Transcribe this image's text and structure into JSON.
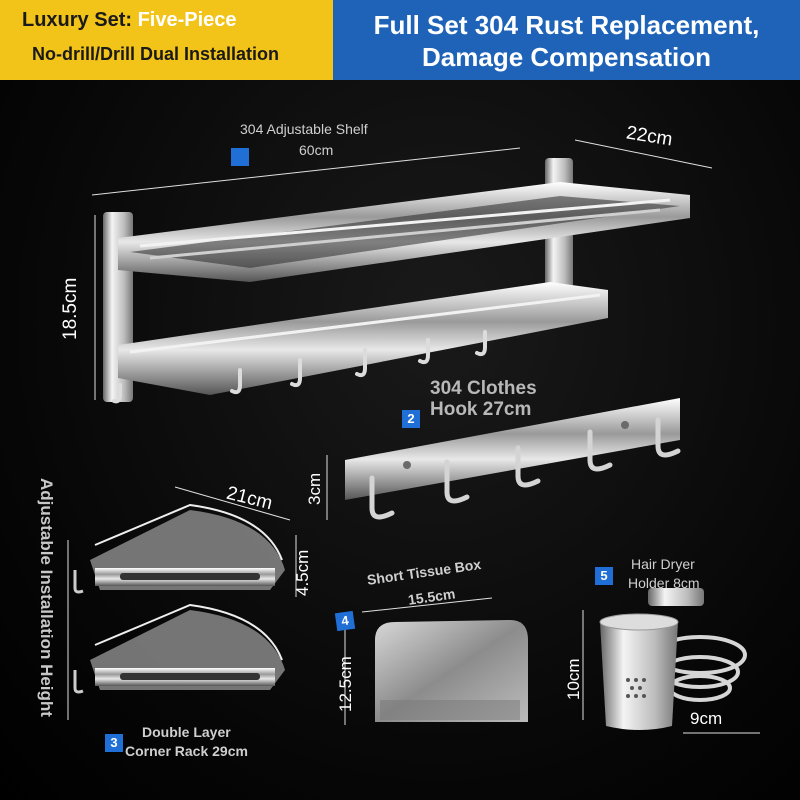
{
  "banner": {
    "left_line1_prefix": "Luxury Set: ",
    "left_line1_accent": "Five-Piece",
    "left_line2": "No-drill/Drill Dual Installation",
    "right_line1": "Full Set 304 Rust Replacement,",
    "right_line2": "Damage Compensation"
  },
  "products": {
    "shelf": {
      "name_line1": "304 Adjustable Shelf",
      "name_line2": "60cm",
      "depth": "22cm",
      "height": "18.5cm"
    },
    "hook": {
      "badge": "2",
      "name_line1": "304 Clothes",
      "name_line2": "Hook 27cm",
      "height": "3cm"
    },
    "corner": {
      "badge": "3",
      "name_line1": "Double Layer",
      "name_line2": "Corner Rack 29cm",
      "width": "21cm",
      "layer_height": "4.5cm",
      "side_label": "Adjustable Installation Height"
    },
    "tissue": {
      "badge": "4",
      "name_line1": "Short Tissue Box",
      "name_line2": "15.5cm",
      "height": "12.5cm"
    },
    "dryer": {
      "badge": "5",
      "name_line1": "Hair Dryer",
      "name_line2": "Holder 8cm",
      "height": "10cm",
      "width": "9cm"
    }
  },
  "colors": {
    "banner_yellow": "#f2c318",
    "banner_blue": "#1e63b8",
    "badge_blue": "#1f6fd6"
  }
}
